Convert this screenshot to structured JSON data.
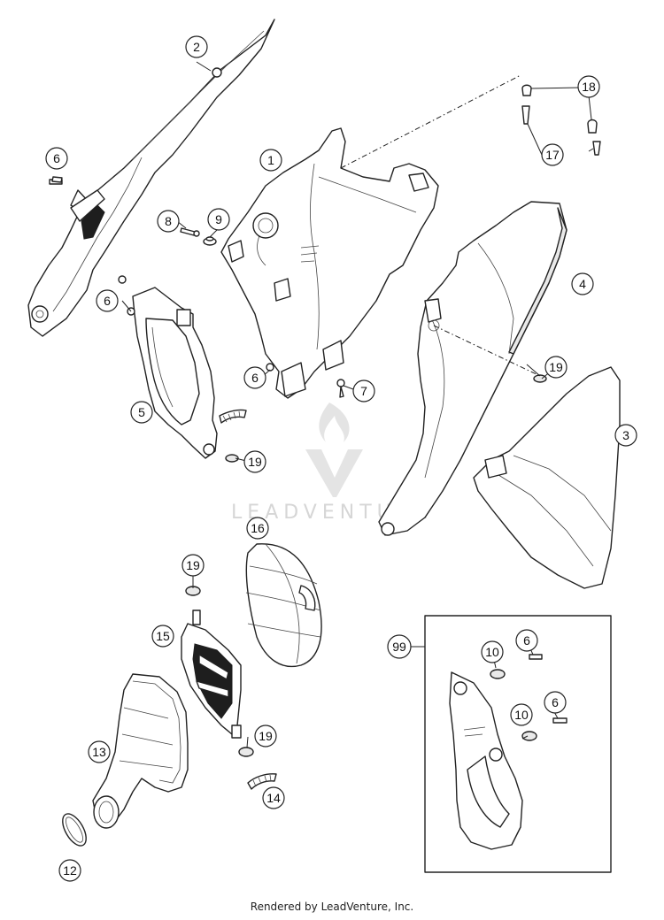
{
  "diagram": {
    "watermark": "LEADVENTURE",
    "footer": "Rendered by LeadVenture, Inc.",
    "callouts": {
      "c1": "1",
      "c2": "2",
      "c3": "3",
      "c4": "4",
      "c5": "5",
      "c6a": "6",
      "c6b": "6",
      "c6c": "6",
      "c6d": "6",
      "c6e": "6",
      "c7": "7",
      "c8": "8",
      "c9": "9",
      "c10a": "10",
      "c10b": "10",
      "c12": "12",
      "c13": "13",
      "c14": "14",
      "c15": "15",
      "c16": "16",
      "c17": "17",
      "c18": "18",
      "c19a": "19",
      "c19b": "19",
      "c19c": "19",
      "c19d": "19",
      "c99": "99"
    }
  }
}
